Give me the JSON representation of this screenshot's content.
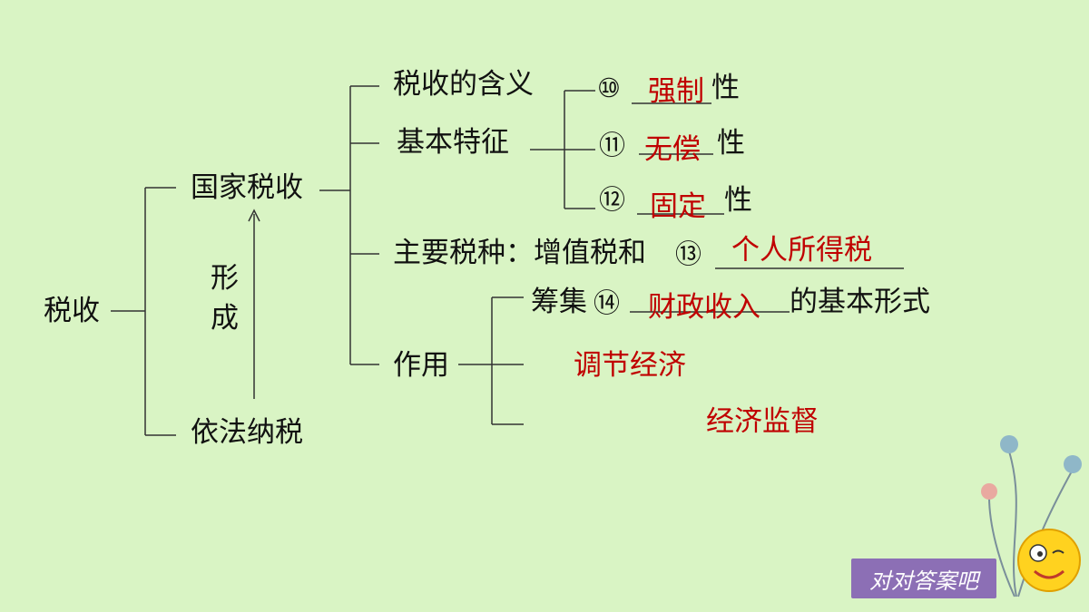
{
  "root": "税收",
  "level1": {
    "state_tax": "国家税收",
    "formation": [
      "形",
      "成"
    ],
    "lawful": "依法纳税"
  },
  "level2": {
    "meaning": "税收的含义",
    "features": "基本特征",
    "main_types": "主要税种：增值税和",
    "function": "作用"
  },
  "features": [
    {
      "num": "⑩",
      "answer": "强制",
      "suffix": "性"
    },
    {
      "num": "⑪",
      "answer": "无偿",
      "suffix": "性"
    },
    {
      "num": "⑫",
      "answer": "固定",
      "suffix": "性"
    }
  ],
  "main_types_item": {
    "num": "⑬",
    "answer": "个人所得税"
  },
  "functions": {
    "item1": {
      "prefix": "筹集",
      "num": "⑭",
      "answer": "财政收入",
      "suffix": "的基本形式"
    },
    "answer2": "调节经济",
    "answer3": "经济监督"
  },
  "badge": "对对答案吧",
  "colors": {
    "background": "#d9f4c4",
    "answer": "#c00000",
    "badge": "#8c6fb5"
  }
}
